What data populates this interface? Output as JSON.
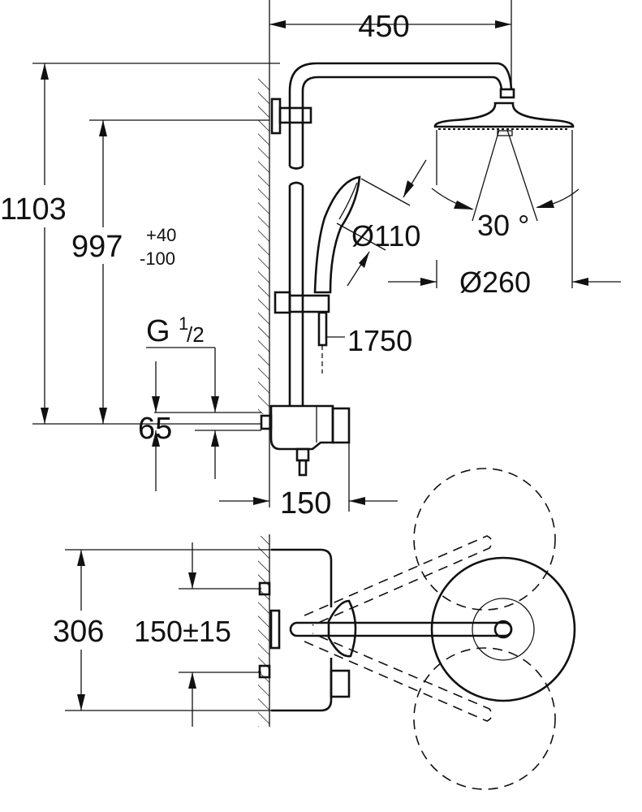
{
  "dimensions": {
    "width_450": "450",
    "height_1103": "1103",
    "height_997": "997",
    "tol_plus": "+40",
    "tol_minus": "-100",
    "thread_g": "G",
    "thread_num": "1",
    "thread_den": "/2",
    "spacing_65": "65",
    "handshower_dia": "Ø110",
    "spray_angle": "30 °",
    "head_dia": "Ø260",
    "hose_length": "1750",
    "projection_150": "150",
    "width_306": "306",
    "centers": "150±15"
  }
}
